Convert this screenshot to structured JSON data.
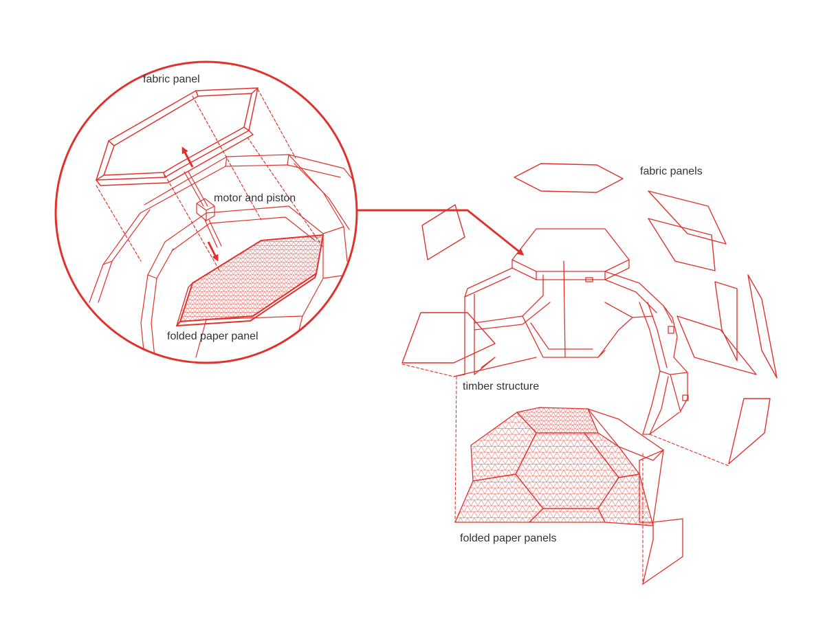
{
  "colors": {
    "line": "#e0312b",
    "label": "#333333",
    "background": "#ffffff"
  },
  "labels": {
    "fabric_panel": "fabric panel",
    "motor_and_piston": "motor and piston",
    "folded_paper_panel": "folded paper panel",
    "fabric_panels": "fabric panels",
    "timber_structure": "timber structure",
    "folded_paper_panels": "folded paper panels"
  }
}
